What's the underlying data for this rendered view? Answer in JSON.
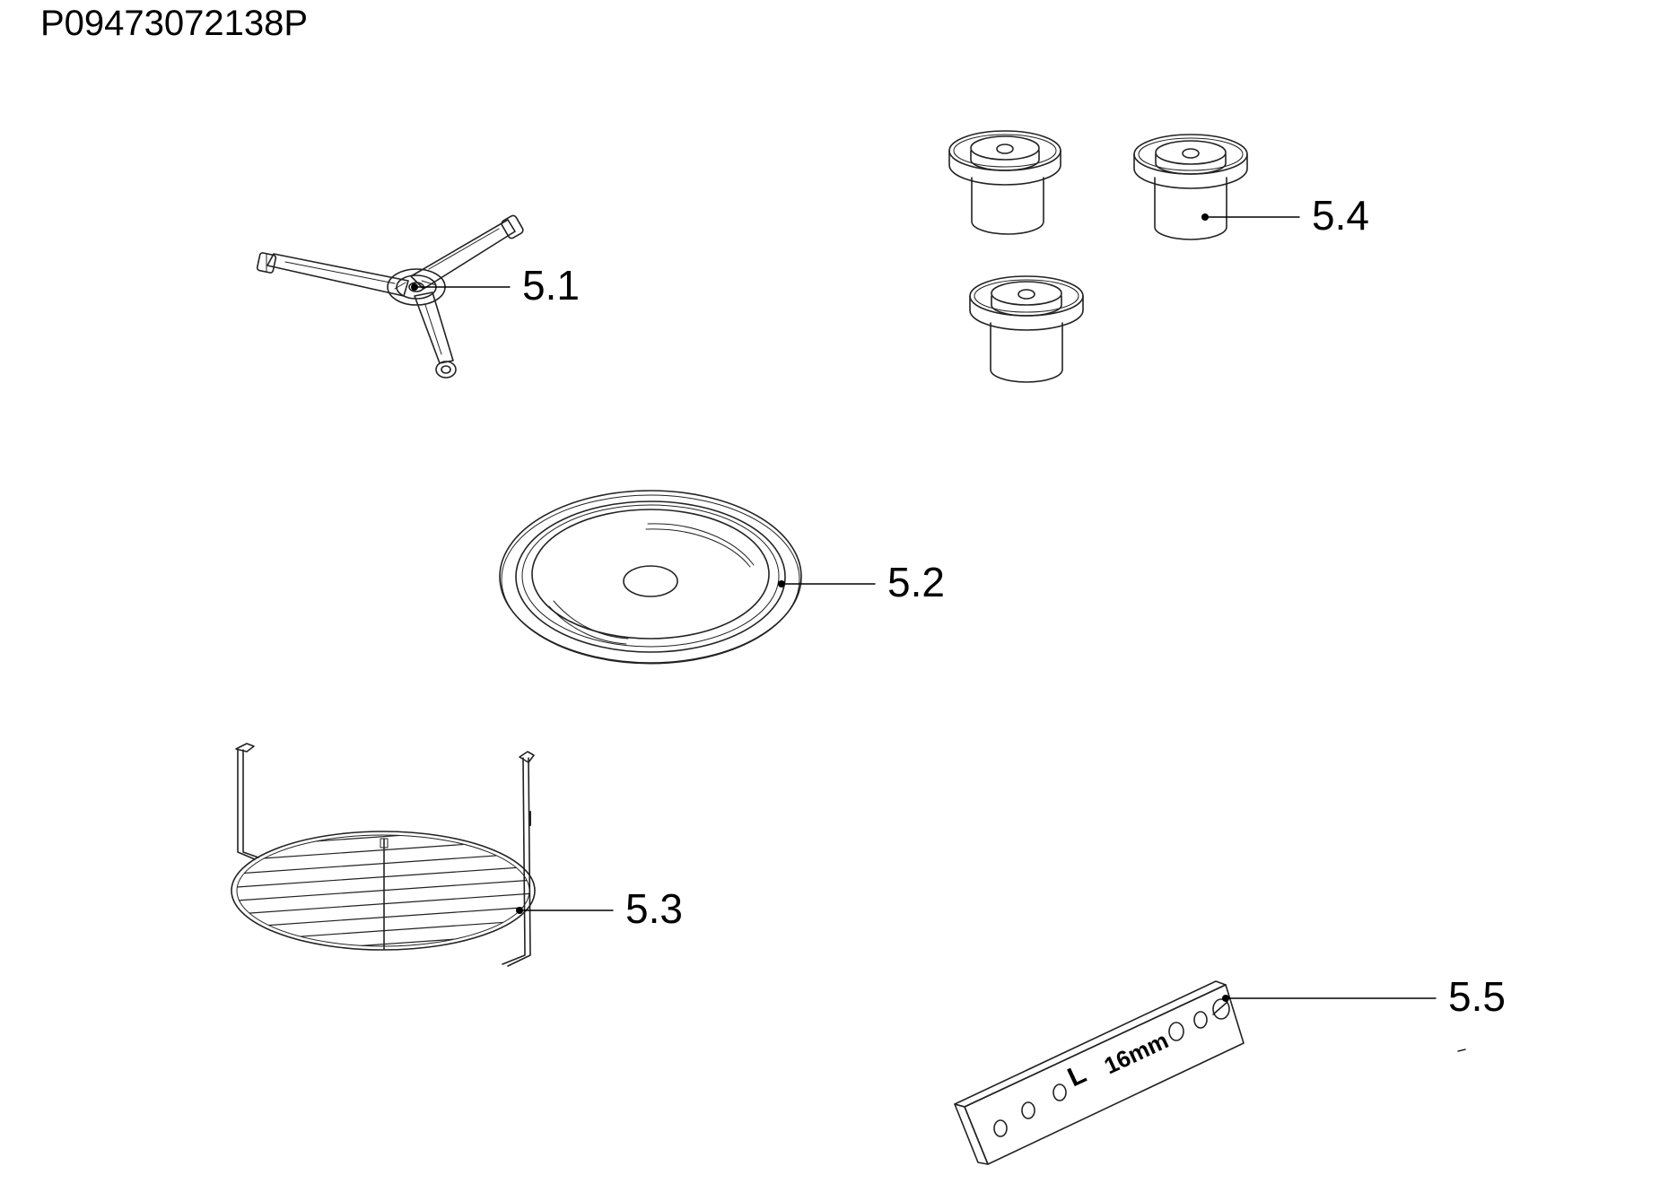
{
  "document": {
    "code": "P09473072138P"
  },
  "parts": [
    {
      "id": "roller-support",
      "label": "5.1"
    },
    {
      "id": "glass-turntable",
      "label": "5.2"
    },
    {
      "id": "grill-rack",
      "label": "5.3"
    },
    {
      "id": "mounting-feet",
      "label": "5.4"
    },
    {
      "id": "spacer-bar",
      "label": "5.5"
    }
  ],
  "spacer_bar_marking": {
    "letter": "L",
    "size": "16mm"
  }
}
